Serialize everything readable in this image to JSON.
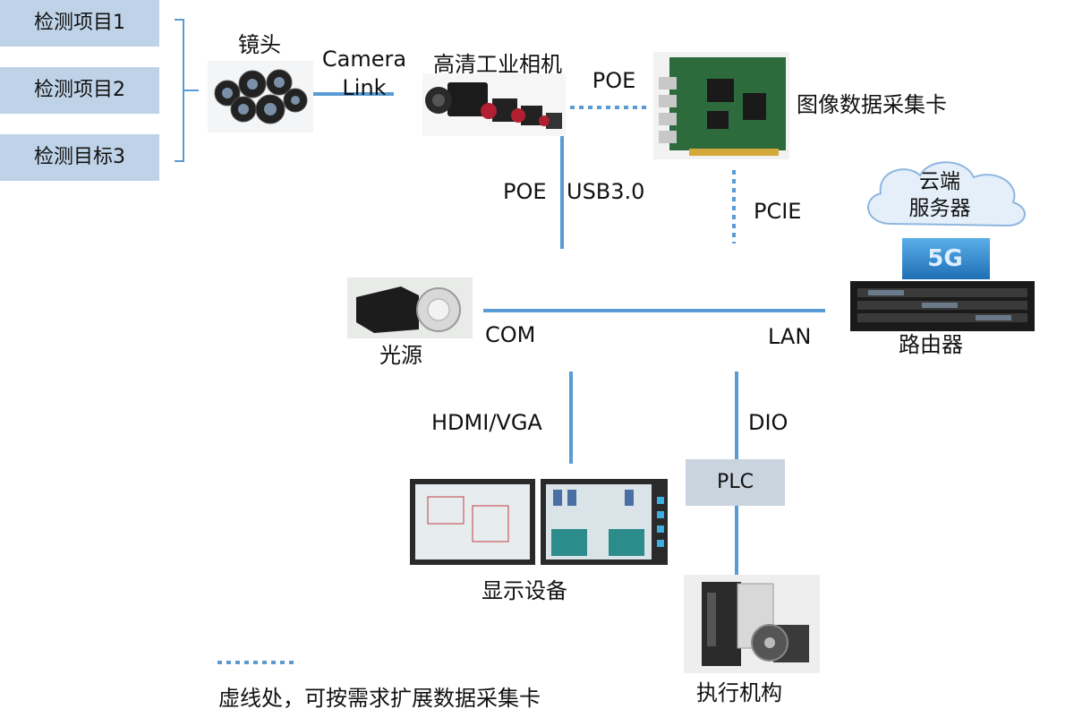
{
  "items": [
    "检测项目1",
    "检测项目2",
    "检测目标3"
  ],
  "labels": {
    "lens": "镜头",
    "camera_link": "Camera\nLink",
    "camera": "高清工业相机",
    "poe_top": "POE",
    "capture_card": "图像数据采集卡",
    "poe_side": "POE",
    "usb": "USB3.0",
    "pcie": "PCIE",
    "cloud": "云端\n服务器",
    "badge_5g": "5G",
    "light": "光源",
    "com": "COM",
    "lan": "LAN",
    "router": "路由器",
    "hdmi": "HDMI/VGA",
    "dio": "DIO",
    "plc": "PLC",
    "display": "显示设备",
    "actuator": "执行机构",
    "legend_text": "虚线处，可按需求扩展数据采集卡"
  },
  "colors": {
    "line": "#5b9bd5",
    "item_fill": "#bfd3e8",
    "plc_fill": "#c9d4df",
    "bracket": "#5b9bd5"
  }
}
